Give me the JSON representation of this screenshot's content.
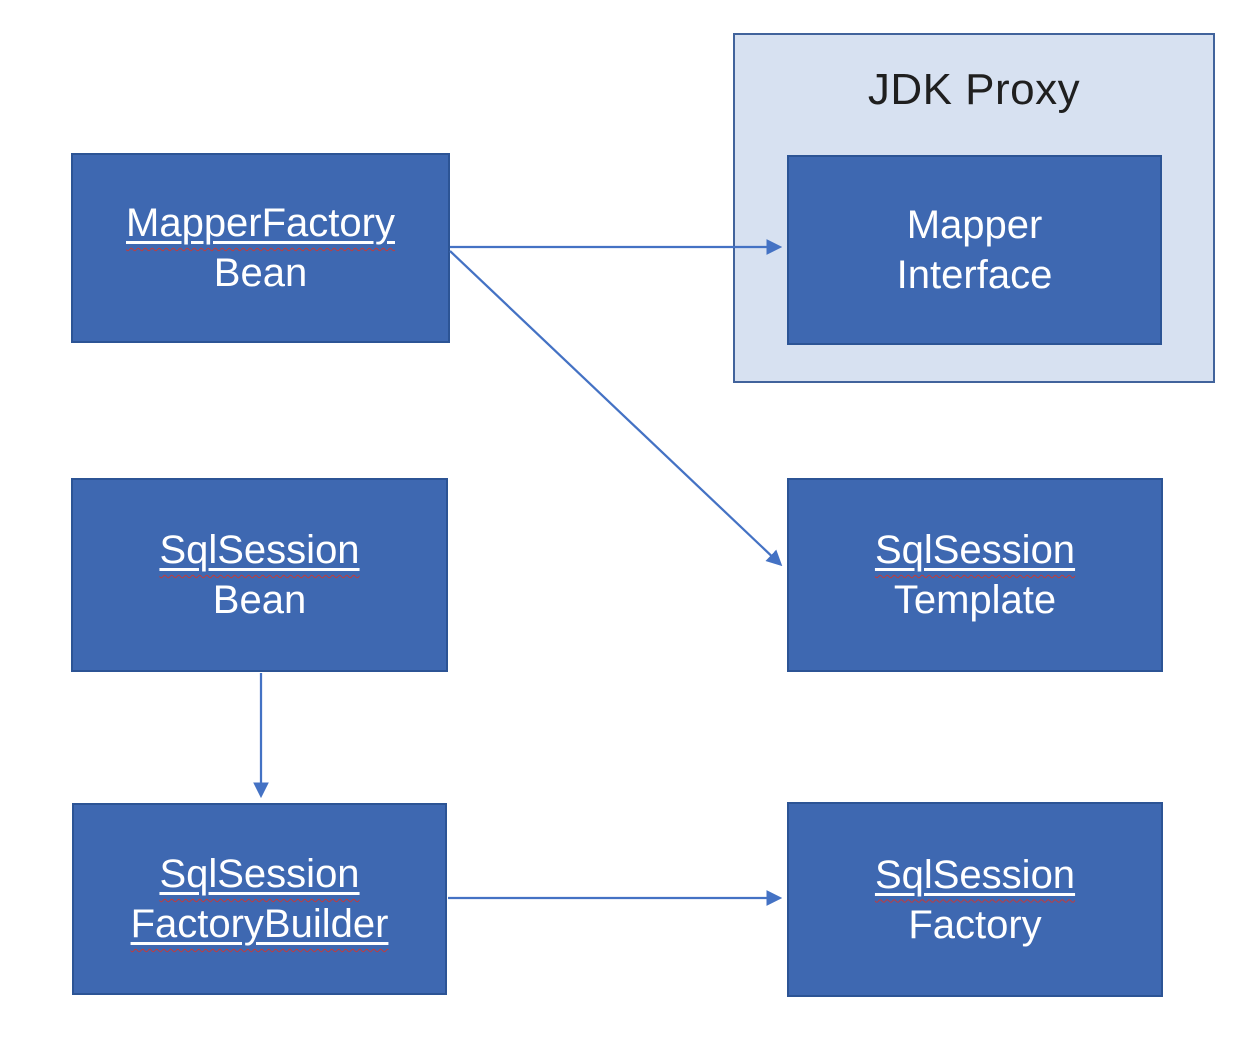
{
  "diagram": {
    "type": "flow-diagram",
    "background": "#ffffff",
    "container": {
      "id": "jdk-proxy",
      "label": "JDK Proxy"
    },
    "nodes": [
      {
        "id": "mapper-factory-bean",
        "line1": "MapperFactory",
        "line2": "Bean"
      },
      {
        "id": "mapper-interface",
        "line1": "Mapper",
        "line2": "Interface",
        "parent": "jdk-proxy"
      },
      {
        "id": "sqlsession-bean",
        "line1": "SqlSession",
        "line2": "Bean"
      },
      {
        "id": "sqlsession-template",
        "line1": "SqlSession",
        "line2": "Template"
      },
      {
        "id": "sqlsession-factorybuilder",
        "line1": "SqlSession",
        "line2": "FactoryBuilder"
      },
      {
        "id": "sqlsession-factory",
        "line1": "SqlSession",
        "line2": "Factory"
      }
    ],
    "edges": [
      {
        "from": "mapper-factory-bean",
        "to": "mapper-interface",
        "style": "arrow"
      },
      {
        "from": "mapper-factory-bean",
        "to": "sqlsession-template",
        "style": "arrow"
      },
      {
        "from": "sqlsession-bean",
        "to": "sqlsession-factorybuilder",
        "style": "arrow"
      },
      {
        "from": "sqlsession-factorybuilder",
        "to": "sqlsession-factory",
        "style": "arrow"
      }
    ],
    "spellcheck_flagged_words": [
      "MapperFactory",
      "SqlSession",
      "SqlSession",
      "SqlSession",
      "FactoryBuilder",
      "SqlSession"
    ],
    "colors": {
      "node_fill": "#3e68b1",
      "node_border": "#2c5495",
      "container_fill": "#d7e1f1",
      "container_border": "#41639c",
      "edge": "#4472c4",
      "node_text": "#ffffff",
      "container_text": "#1f1f1f",
      "spellcheck": "#c23b3b"
    }
  }
}
